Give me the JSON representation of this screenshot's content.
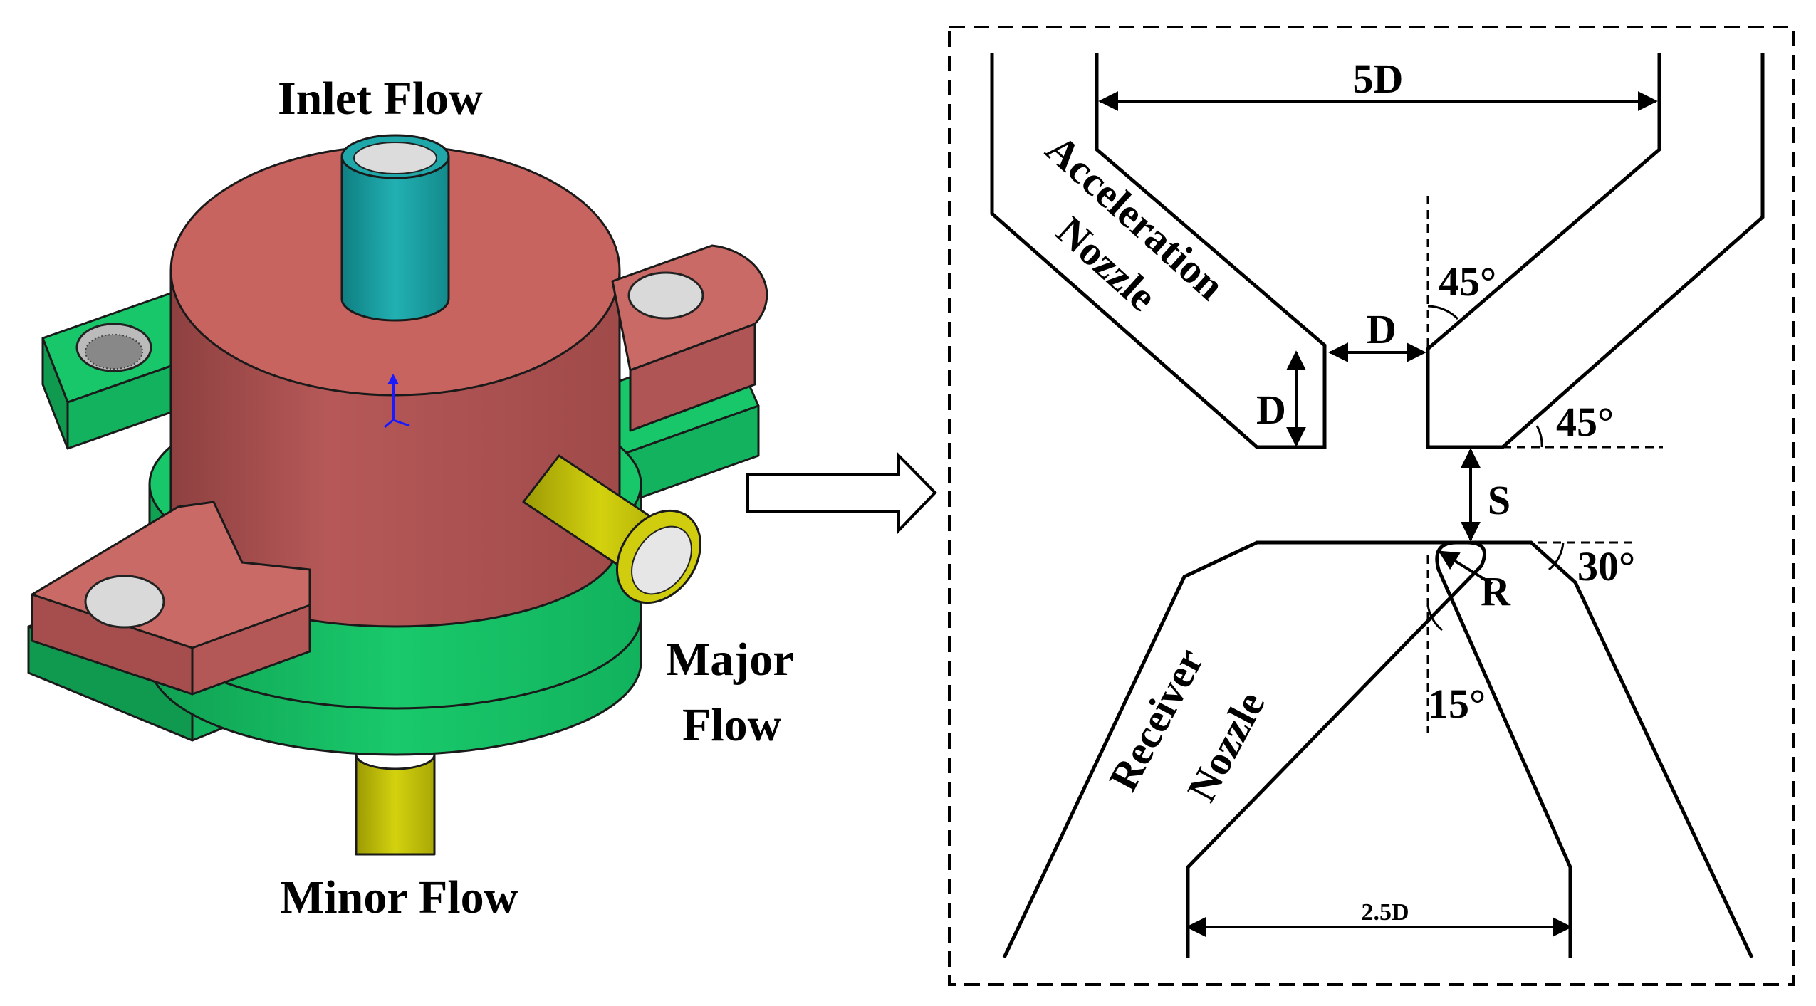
{
  "model_labels": {
    "inlet": "Inlet Flow",
    "major_line1": "Major",
    "major_line2": "Flow",
    "minor": "Minor Flow"
  },
  "nozzle_labels": {
    "accel_line1": "Acceleration",
    "accel_line2": "Nozzle",
    "receiver_line1": "Receiver",
    "receiver_line2": "Nozzle"
  },
  "dimensions": {
    "width_top": "5D",
    "throat_width": "D",
    "throat_length": "D",
    "spacing": "S",
    "radius": "R",
    "width_bottom": "2.5D",
    "angle_45_a": "45°",
    "angle_45_b": "45°",
    "angle_30": "30°",
    "angle_15": "15°"
  },
  "colors": {
    "body_red": "#c4605e",
    "base_green": "#17c769",
    "inlet_teal": "#1aa3a3",
    "pipe_yellow": "#c8c80a"
  }
}
